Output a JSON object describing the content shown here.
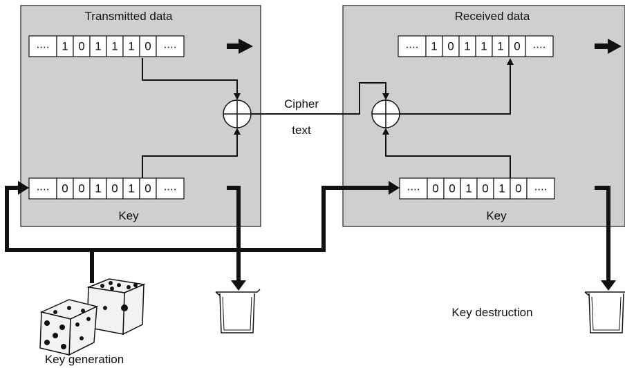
{
  "transmitter": {
    "title": "Transmitted data",
    "data_register": [
      "....",
      "1",
      "0",
      "1",
      "1",
      "1",
      "0",
      "...."
    ],
    "key_register": [
      "....",
      "0",
      "0",
      "1",
      "0",
      "1",
      "0",
      "...."
    ],
    "key_label": "Key"
  },
  "receiver": {
    "title": "Received data",
    "data_register": [
      "....",
      "1",
      "0",
      "1",
      "1",
      "1",
      "0",
      "...."
    ],
    "key_register": [
      "....",
      "0",
      "0",
      "1",
      "0",
      "1",
      "0",
      "...."
    ],
    "key_label": "Key"
  },
  "channel": {
    "label_line1": "Cipher",
    "label_line2": "text"
  },
  "key_generation_label": "Key generation",
  "key_destruction_label": "Key destruction"
}
